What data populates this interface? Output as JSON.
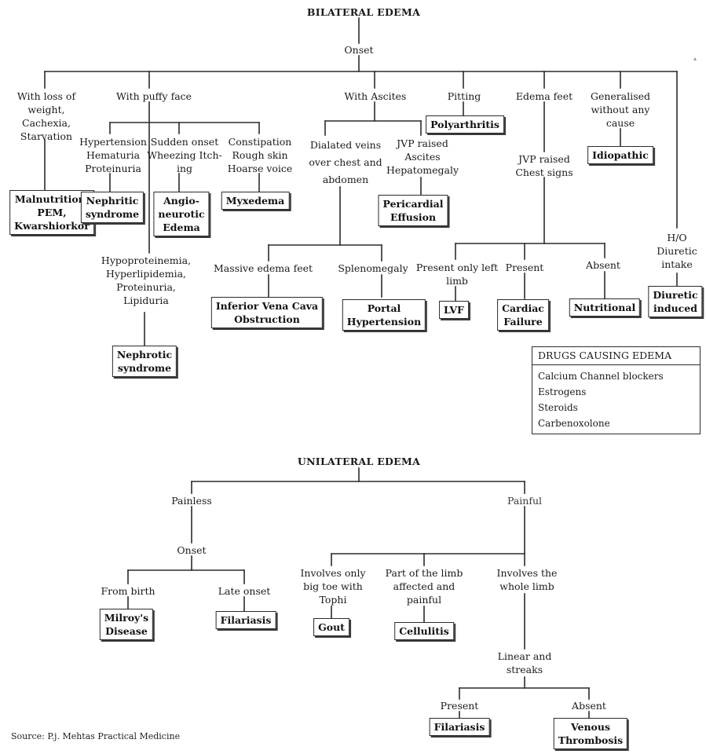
{
  "bilateral": {
    "title": "BILATERAL EDEMA",
    "onset": "Onset",
    "weight_loss": {
      "condition": "With loss of\nweight,\nCachexia,\nStarvation",
      "diagnosis": "Malnutrition,\nPEM,\nKwarshiorkor"
    },
    "puffy_face": {
      "condition": "With puffy face",
      "hypertension": {
        "findings": "Hypertension\nHematuria\nProteinuria",
        "diagnosis": "Nephritic\nsyndrome"
      },
      "sudden_onset": {
        "findings": "Sudden onset\nWheezing Itch-\ning",
        "diagnosis": "Angio-\nneurotic\nEdema"
      },
      "constipation": {
        "findings": "Constipation\nRough skin\nHoarse voice",
        "diagnosis": "Myxedema"
      },
      "hypoproteinemia": {
        "findings": "Hypoproteinemia,\nHyperlipidemia,\nProteinuria,\nLipiduria",
        "diagnosis": "Nephrotic\nsyndrome"
      }
    },
    "ascites": {
      "condition": "With Ascites",
      "dilated_veins": "Dialated veins\nover chest and\nabdomen",
      "jvp": {
        "findings": "JVP raised\nAscites\nHepatomegaly",
        "diagnosis": "Pericardial\nEffusion"
      },
      "massive_edema": {
        "findings": "Massive edema feet",
        "diagnosis": "Inferior Vena Cava\nObstruction"
      },
      "splenomegaly": {
        "findings": "Splenomegaly",
        "diagnosis": "Portal\nHypertension"
      }
    },
    "pitting": {
      "condition": "Pitting",
      "diagnosis": "Polyarthritis"
    },
    "edema_feet": {
      "condition": "Edema feet",
      "jvp": "JVP raised\nChest signs",
      "left_limb": {
        "findings": "Present only left\nlimb",
        "diagnosis": "LVF"
      },
      "present": {
        "findings": "Present",
        "diagnosis": "Cardiac\nFailure"
      },
      "absent": {
        "findings": "Absent",
        "diagnosis": "Nutritional"
      }
    },
    "generalised": {
      "condition": "Generalised\nwithout any\ncause",
      "diagnosis": "Idiopathic"
    },
    "diuretic": {
      "condition": "H/O\nDiuretic\nintake",
      "diagnosis": "Diuretic\ninduced"
    }
  },
  "drugs": {
    "title": "DRUGS CAUSING EDEMA",
    "items": [
      "Calcium Channel blockers",
      "Estrogens",
      "Steroids",
      "Carbenoxolone"
    ]
  },
  "unilateral": {
    "title": "UNILATERAL EDEMA",
    "painless": {
      "label": "Painless",
      "onset": "Onset",
      "birth": {
        "label": "From birth",
        "diagnosis": "Milroy's\nDisease"
      },
      "late": {
        "label": "Late onset",
        "diagnosis": "Filariasis"
      }
    },
    "painful": {
      "label": "Painful",
      "toe": {
        "label": "Involves only\nbig toe with\nTophi",
        "diagnosis": "Gout"
      },
      "part": {
        "label": "Part of the limb\naffected and\npainful",
        "diagnosis": "Cellulitis"
      },
      "whole": {
        "label": "Involves the\nwhole limb"
      },
      "streaks": "Linear and\nstreaks",
      "present": {
        "label": "Present",
        "diagnosis": "Filariasis"
      },
      "absent": {
        "label": "Absent",
        "diagnosis": "Venous\nThrombosis"
      }
    }
  },
  "source": "Source: P.j. Mehtas Practical Medicine"
}
